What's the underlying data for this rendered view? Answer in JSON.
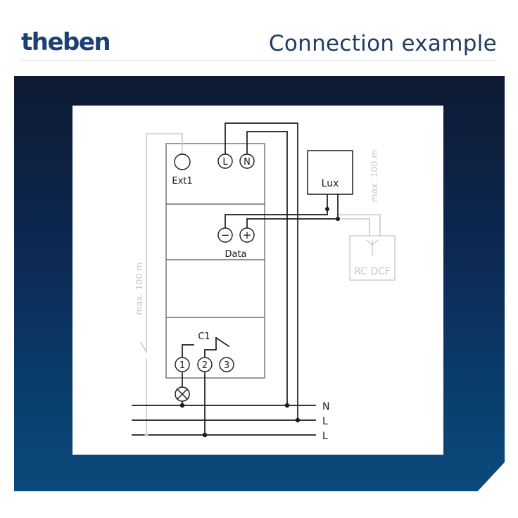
{
  "header": {
    "logo_text": "theben",
    "title": "Connection example"
  },
  "diagram": {
    "terminals": {
      "ext1": "Ext1",
      "l": "L",
      "n": "N",
      "minus": "−",
      "plus": "+",
      "data": "Data",
      "c1": "C1",
      "t1": "1",
      "t2": "2",
      "t3": "3"
    },
    "lux_label": "Lux",
    "rc_dcf_label": "RC DCF",
    "max_distance_left": "max. 100 m",
    "max_distance_right": "max. 100 m",
    "bus_labels": [
      "N",
      "L",
      "L"
    ]
  },
  "colors": {
    "brand": "#1d3f73",
    "line": "#1b1b1b",
    "faint_line": "#c8cec8",
    "panel_dark": "#0f1a33",
    "panel_light": "#0b4a7c"
  }
}
